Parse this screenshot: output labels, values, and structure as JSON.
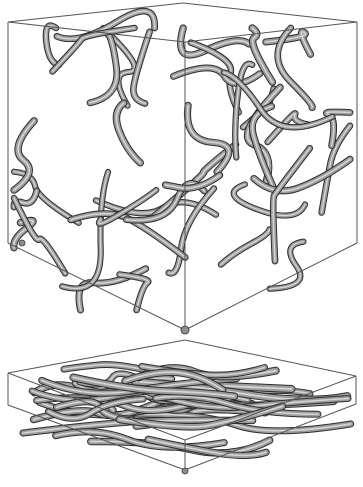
{
  "figure": {
    "panels": [
      {
        "name": "fiber-network-box",
        "fiber_count": 42
      },
      {
        "name": "compressed-fiber-mat",
        "fiber_count": 30
      }
    ],
    "colors": {
      "box_edges": "#555555",
      "fiber_outline": "#2e2e2e",
      "fiber_body": "#9c9c9c",
      "fiber_highlight": "#d6d6d6",
      "background": "#ffffff"
    }
  }
}
